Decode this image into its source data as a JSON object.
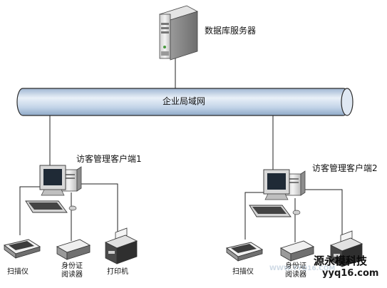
{
  "diagram": {
    "server_label": "数据库服务器",
    "lan_label": "企业局域网",
    "client1": {
      "label": "访客管理客户端1",
      "devices": {
        "scanner": "扫描仪",
        "id_reader_line1": "身份证",
        "id_reader_line2": "阅读器",
        "printer": "打印机"
      }
    },
    "client2": {
      "label": "访客管理客户端2",
      "devices": {
        "scanner": "扫描仪",
        "id_reader_line1": "身份证",
        "id_reader_line2": "阅读器"
      }
    }
  },
  "watermark": {
    "text_large": "源永模科技",
    "text_url": "yyq16.com",
    "text_faint": "WWW.YYQ16.COM"
  },
  "colors": {
    "lan_tube": "#c6d7ea",
    "lan_tube_highlight": "#eef3f9",
    "lan_outline": "#2b2b2b",
    "device_light": "#e8e8e8",
    "device_mid": "#b9b9b9",
    "device_dark": "#3a3a3a",
    "screen": "#1f2a36"
  }
}
